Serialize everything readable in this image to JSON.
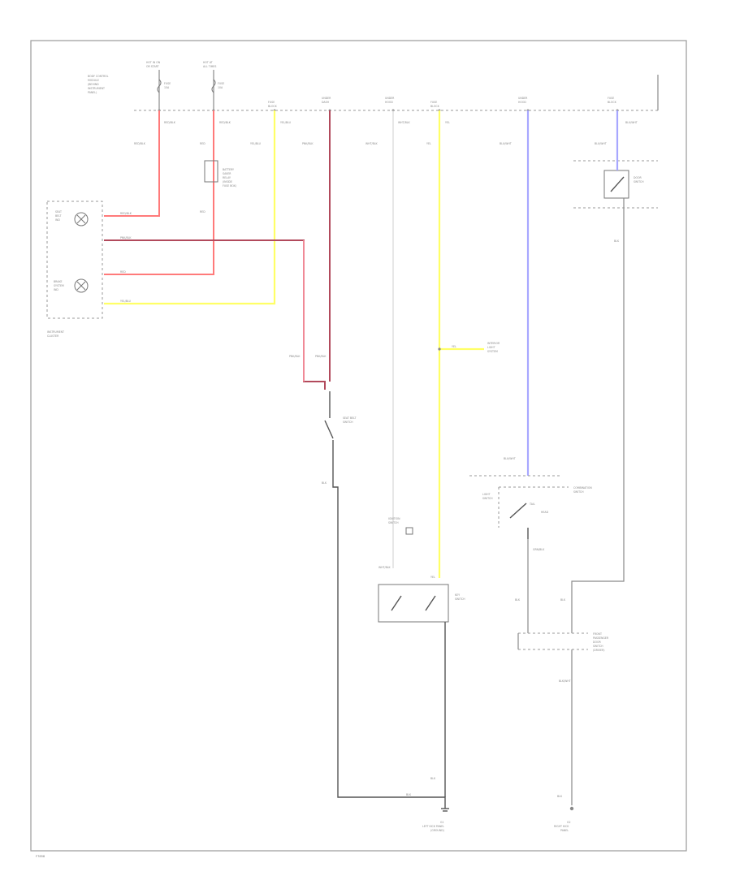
{
  "diagram": {
    "fuse_labels": {
      "f1": [
        "HOT IN ON",
        "OR START"
      ],
      "f2": [
        "HOT AT",
        "ALL TIMES"
      ],
      "f_small1": [
        "FUSE",
        "15A"
      ],
      "f_small2": [
        "FUSE",
        "10A"
      ]
    },
    "bus_labels": {
      "b1": [
        "FUSE",
        "BLOCK"
      ],
      "b2": [
        "UNDER",
        "DASH"
      ],
      "b3": [
        "UNDER",
        "HOOD"
      ],
      "b4": [
        "FUSE",
        "BLOCK"
      ],
      "b5": [
        "UNDER",
        "HOOD"
      ],
      "b6": [
        "FUSE",
        "BLOCK"
      ]
    },
    "left_top_label": [
      "BODY CONTROL",
      "MODULE",
      "(BEHIND",
      "INSTRUMENT",
      "PANEL)"
    ],
    "wire_colors": {
      "red_blk": "RED/BLK",
      "red": "RED",
      "yel_blu": "YEL/BLU",
      "pnk_blk": "PNK/BLK",
      "wht_blk": "WHT/BLK",
      "yel": "YEL",
      "blu_wht": "BLU/WHT",
      "blk": "BLK",
      "grn_blk": "GRN/BLK",
      "blk_wht": "BLK/WHT"
    },
    "component_labels": {
      "cluster": [
        "INSTRUMENT",
        "CLUSTER"
      ],
      "seat_belt_ind": [
        "SEAT",
        "BELT",
        "IND"
      ],
      "brake_ind": [
        "BRAKE",
        "SYSTEM",
        "IND"
      ],
      "relay": [
        "BATTERY",
        "SAVER",
        "RELAY",
        "(INSIDE",
        "FUSE BOX)"
      ],
      "door_switch": [
        "DOOR",
        "SWITCH"
      ],
      "seat_belt_sw": [
        "SEAT BELT",
        "SWITCH"
      ],
      "interior_light": [
        "INTERIOR",
        "LIGHT",
        "SYSTEM"
      ],
      "key_switch": [
        "KEY",
        "SWITCH"
      ],
      "key_cyl": [
        "IGNITION",
        "SWITCH"
      ],
      "light_sw": [
        "COMBINATION",
        "SWITCH"
      ],
      "light_sw_pos": [
        "LIGHT",
        "SWITCH"
      ],
      "light_pos": [
        "TAIL",
        "HEAD"
      ],
      "front_door": [
        "FRONT",
        "PASSENGER",
        "DOOR",
        "SWITCH",
        "(DRIVER)"
      ],
      "ground1": [
        "G1",
        "LEFT KICK PANEL",
        "(GROUND)"
      ],
      "ground2": [
        "G2",
        "RIGHT KICK",
        "PANEL"
      ]
    },
    "footer_code": "F7858"
  }
}
